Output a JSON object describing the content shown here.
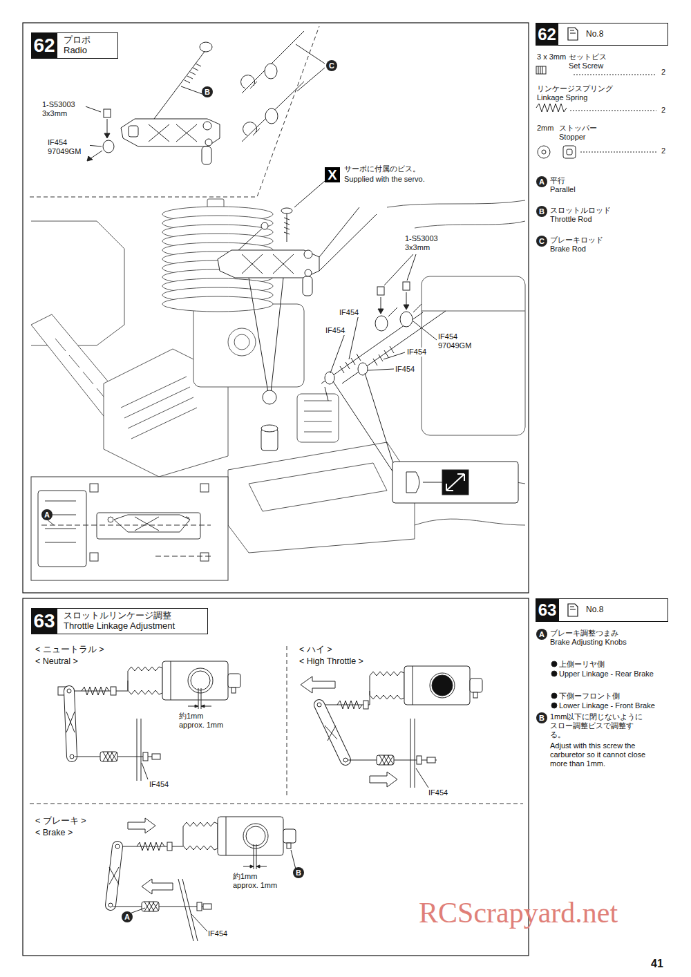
{
  "diagram": {
    "nodes": [
      {
        "text": [
          "62",
          "プロポ Radio"
        ]
      },
      {
        "text": [
          "62",
          "No.8"
        ]
      },
      {
        "text": [
          "63",
          "スロットルリンケージ調整 Throttle Linkage Adjustment"
        ]
      },
      {
        "text": [
          "63",
          "No.8"
        ]
      }
    ],
    "labels": [
      "1-S53003 3x3mm",
      "IF454 97049GM",
      "B",
      "C",
      "X",
      "サーボに付属のビス。",
      "Supplied with the servo.",
      "1-S53003 3x3mm",
      "IF454",
      "IF454",
      "IF454 97049GM",
      "IF454",
      "IF454",
      "A",
      "3 x 3mm",
      "セットビス Set Screw",
      "2",
      "リンケージスプリング Linkage Spring",
      "2",
      "2mm",
      "ストッパー Stopper",
      "2",
      "A",
      "平行 Parallel",
      "B",
      "スロットルロッド Throttle Rod",
      "C",
      "ブレーキロッド Brake Rod",
      "< ニュートラル >",
      "< Neutral >",
      "約1mm approx. 1mm",
      "IF454",
      "< ハイ >",
      "< High Throttle >",
      "IF454",
      "< ブレーキ >",
      "< Brake >",
      "約1mm approx. 1mm",
      "B",
      "A",
      "IF454",
      "A",
      "ブレーキ調整つまみ Brake Adjusting Knobs",
      "上側ーリヤ側",
      "Upper Linkage - Rear Brake",
      "下側ーフロント側",
      "Lower Linkage - Front Brake",
      "B",
      "1mm以下に閉じないように スロー調整ビスで調整する。",
      "Adjust with this screw the carburetor so it cannot close more than 1mm.",
      "RCScrapyard.net",
      "41"
    ]
  }
}
